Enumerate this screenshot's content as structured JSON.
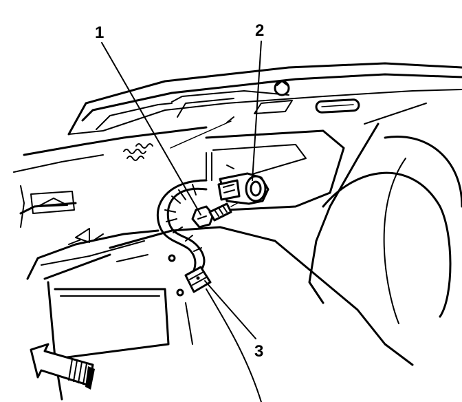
{
  "callouts": [
    {
      "label": "1"
    },
    {
      "label": "2"
    },
    {
      "label": "3"
    }
  ],
  "colors": {
    "ink": "#000000",
    "paper": "#ffffff"
  },
  "icons": {
    "direction_arrow": "front-direction-arrow-icon"
  }
}
